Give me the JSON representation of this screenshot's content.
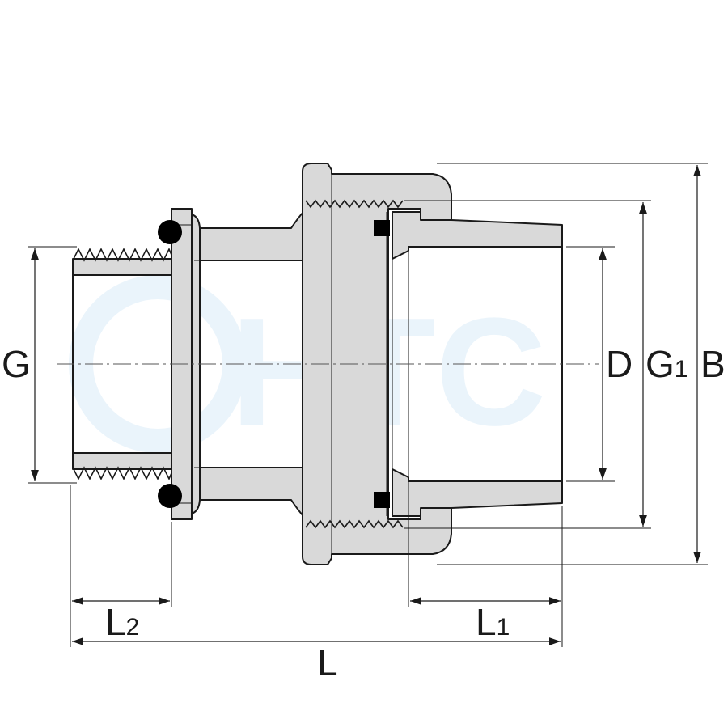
{
  "watermark": {
    "text": "HTC",
    "color": "#eaf4fb"
  },
  "colors": {
    "body": "#d9d9d9",
    "line": "#1a1a1a",
    "seal": "#000000"
  },
  "dimensions": {
    "G": {
      "main": "G",
      "sub": ""
    },
    "D": {
      "main": "D",
      "sub": ""
    },
    "G1": {
      "main": "G",
      "sub": "1"
    },
    "B": {
      "main": "B",
      "sub": ""
    },
    "L2": {
      "main": "L",
      "sub": "2"
    },
    "L1": {
      "main": "L",
      "sub": "1"
    },
    "L": {
      "main": "L",
      "sub": ""
    }
  }
}
